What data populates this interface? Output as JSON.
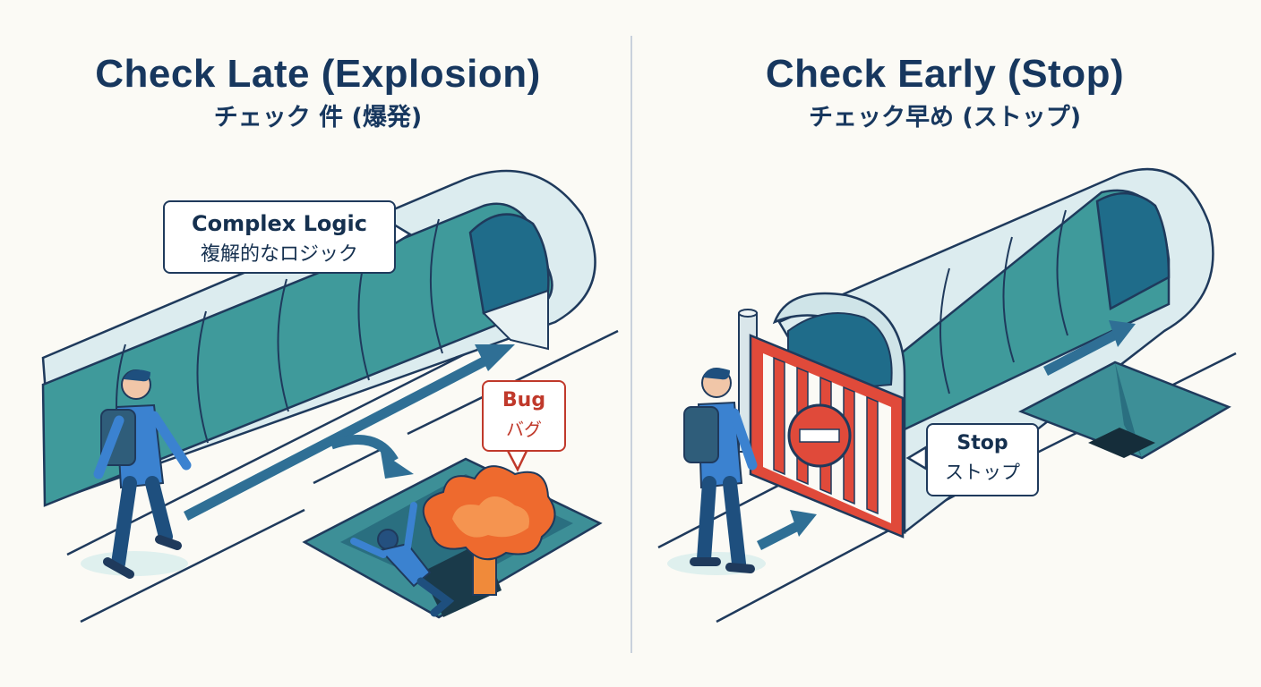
{
  "left": {
    "title": "Check Late (Explosion)",
    "subtitle": "チェック 件 (爆発)",
    "callout_logic": {
      "line1": "Complex Logic",
      "line2": "複解的なロジック"
    },
    "callout_bug": {
      "line1": "Bug",
      "line2": "バグ"
    }
  },
  "right": {
    "title": "Check Early (Stop)",
    "subtitle": "チェック早め (ストップ)",
    "callout_stop": {
      "line1": "Stop",
      "line2": "ストップ"
    }
  },
  "colors": {
    "navy": "#17375e",
    "teal": "#3e9a9a",
    "teal_light": "#d9ecee",
    "arrow_blue": "#2f6f95",
    "gate_red": "#e04a3a",
    "explosion_orange": "#f07a35",
    "person_blue": "#2e6fc0"
  },
  "icons": [
    "walking-person-icon",
    "falling-person-icon",
    "explosion-icon",
    "no-entry-sign-icon",
    "gate-icon",
    "pit-icon",
    "arrow-icon"
  ]
}
